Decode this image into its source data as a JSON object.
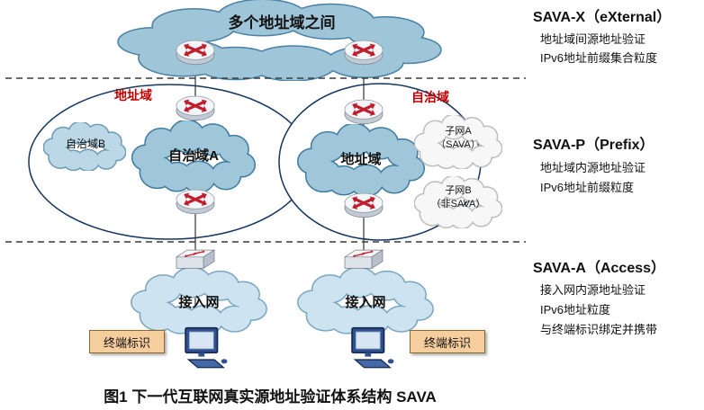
{
  "figure": {
    "caption": "图1 下一代互联网真实源地址验证体系结构 SAVA"
  },
  "top_section": {
    "cloud_label": "多个地址域之间"
  },
  "middle_section": {
    "left_domain": {
      "tag": "地址域",
      "autonomous_b": "自治域B",
      "autonomous_a": "自治域A"
    },
    "right_domain": {
      "tag": "自治域",
      "address_domain": "地址域",
      "subnet_a": {
        "line1": "子网A",
        "line2": "（SAVA）"
      },
      "subnet_b": {
        "line1": "子网B",
        "line2": "（非SAVA）"
      }
    }
  },
  "bottom_section": {
    "access_network_left": "接入网",
    "access_network_right": "接入网",
    "terminal_id_left": "终端标识",
    "terminal_id_right": "终端标识"
  },
  "annotations": {
    "sava_x": {
      "title": "SAVA-X（eXternal）",
      "line1": "地址域间源地址验证",
      "line2": "IPv6地址前缀集合粒度"
    },
    "sava_p": {
      "title": "SAVA-P（Prefix）",
      "line1": "地址域内源地址验证",
      "line2": "IPv6地址前缀粒度"
    },
    "sava_a": {
      "title": "SAVA-A（Access）",
      "line1": "接入网内源地址验证",
      "line2": "IPv6地址粒度",
      "line3": "与终端标识绑定并携带"
    }
  },
  "icons": {
    "router-icon": "cylinder-with-red-cross-arrows",
    "switch-icon": "3d-box-with-red-arrows",
    "computer-icon": "desktop-monitor-with-keyboard",
    "cloud-shape": "network-cloud"
  },
  "colors": {
    "cloud_teal_fill": "#a0c6d9",
    "cloud_teal_stroke": "#3f7ca0",
    "cloud_light_fill": "#cde3ef",
    "subnet_cloud_fill": "#f7f7f7",
    "ellipse_stroke": "#16355f",
    "highlight_red": "#c00000",
    "router_arrow_red": "#bf1e2e",
    "terminal_box_fill": "#f6cd9d"
  }
}
